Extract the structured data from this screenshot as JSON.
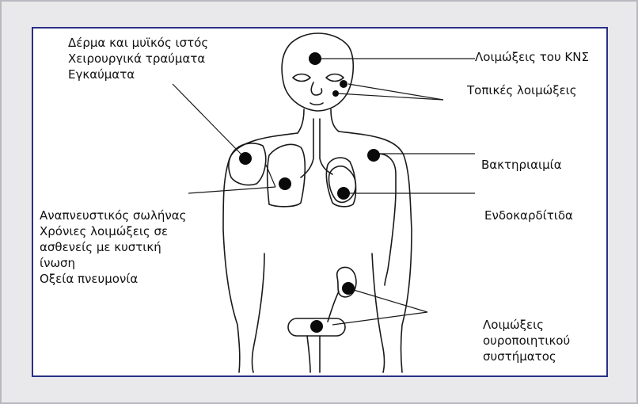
{
  "labels": {
    "skin": [
      "Δέρμα και μυϊκός ιστός",
      "Χειρουργικά τραύματα",
      "Εγκαύματα"
    ],
    "cns": "Λοιμώξεις του ΚΝΣ",
    "local": "Τοπικές λοιμώξεις",
    "bacteremia": "Βακτηριαιμία",
    "endocarditis": "Ενδοκαρδίτιδα",
    "respiratory": [
      "Αναπνευστικός σωλήνας",
      "Χρόνιες λοιμώξεις σε",
      "ασθενείς με κυστική",
      "ίνωση",
      "Οξεία πνευμονία"
    ],
    "urinary": [
      "Λοιμώξεις",
      "ουροποιητικού",
      "συστήματος"
    ]
  }
}
